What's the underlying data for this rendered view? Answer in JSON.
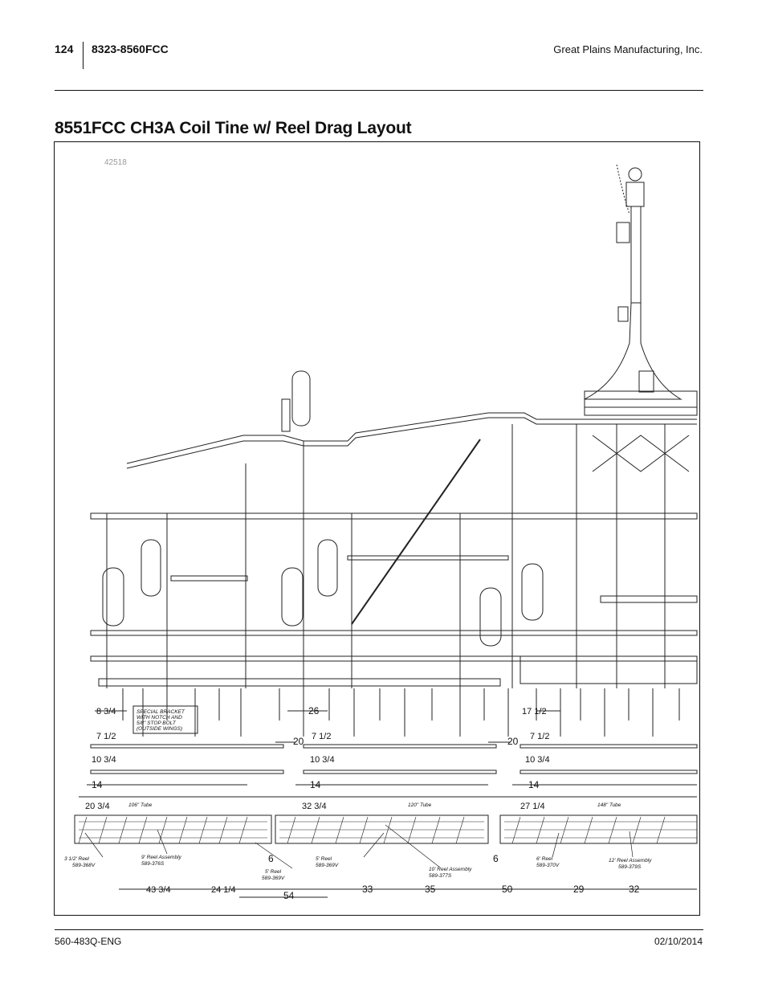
{
  "header": {
    "page_number": "124",
    "model": "8323-8560FCC",
    "company": "Great Plains Manufacturing, Inc."
  },
  "title": "8551FCC CH3A Coil Tine w/ Reel Drag Layout",
  "figure": {
    "figure_id": "42518",
    "dims": {
      "d1": "26",
      "d2": "20",
      "d3": "20",
      "d4": "14",
      "d5": "14",
      "d6": "14",
      "d7": "6",
      "d8": "6",
      "d9": "54",
      "d10": "33",
      "d11": "35",
      "d12": "50",
      "d13": "29",
      "d14": "32",
      "f1": "8 3/4",
      "f2": "7 1/2",
      "f3": "10 3/4",
      "f4": "20 3/4",
      "f5": "7 1/2",
      "f6": "10 3/4",
      "f7": "32 3/4",
      "f8": "17 1/2",
      "f9": "7 1/2",
      "f10": "10 3/4",
      "f11": "27 1/4",
      "f12": "43 3/4",
      "f13": "24 1/4"
    },
    "callouts": {
      "special_bracket": [
        "SPECIAL BRACKET",
        "WITH NOTCH AND",
        "5/8\" STOP BOLT",
        "(OUTSIDE WINGS)"
      ],
      "tube_106": "106\" Tube",
      "tube_120": "120\" Tube",
      "tube_148": "148\" Tube",
      "reel_3half": [
        "3 1/2' Reel",
        "589-368V"
      ],
      "reel_9": [
        "9' Reel Assembly",
        "589-376S"
      ],
      "reel_5a": [
        "5' Reel",
        "589-369V"
      ],
      "reel_5b": [
        "5' Reel",
        "589-369V"
      ],
      "reel_10": [
        "10' Reel Assembly",
        "589-377S"
      ],
      "reel_6": [
        "6' Reel",
        "589-370V"
      ],
      "reel_12": [
        "12' Reel Assembly",
        "589-379S"
      ]
    }
  },
  "footer": {
    "doc_number": "560-483Q-ENG",
    "date": "02/10/2014"
  }
}
